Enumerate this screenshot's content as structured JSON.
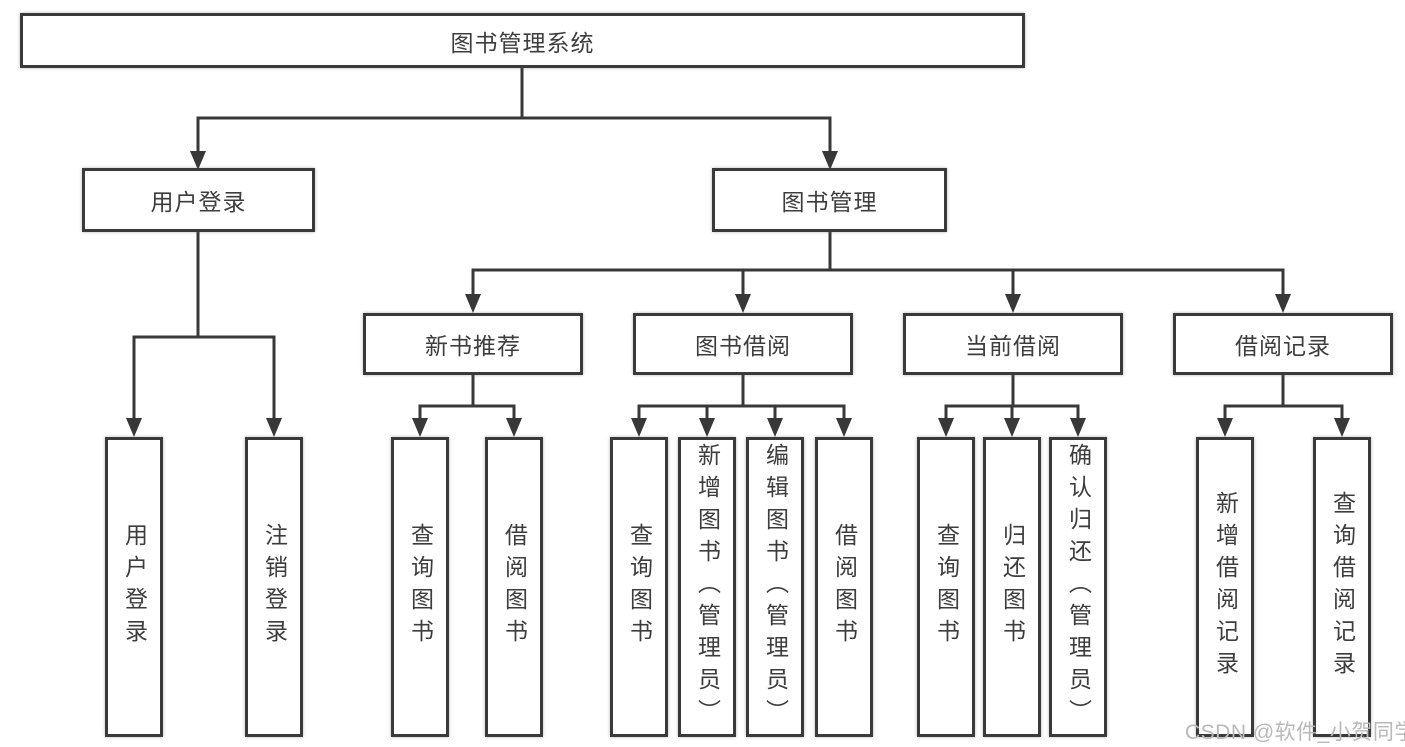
{
  "colors": {
    "line": "#383838",
    "box_border": "#3a3a3a",
    "text": "#3d3d3d",
    "watermark": "#b9b9b9",
    "background": "#ffffff"
  },
  "watermark": "CSDN @软件_小贺同学",
  "diagram": {
    "root": {
      "label": "图书管理系统"
    },
    "level2": [
      {
        "label": "用户登录"
      },
      {
        "label": "图书管理"
      }
    ],
    "level3": [
      {
        "label": "新书推荐"
      },
      {
        "label": "图书借阅"
      },
      {
        "label": "当前借阅"
      },
      {
        "label": "借阅记录"
      }
    ],
    "leaves": {
      "user_login": [
        {
          "label": "用户登录"
        },
        {
          "label": "注销登录"
        }
      ],
      "new_book_recommend": [
        {
          "label": "查询图书"
        },
        {
          "label": "借阅图书"
        }
      ],
      "book_borrow": [
        {
          "label": "查询图书"
        },
        {
          "label": "新增图书（管理员）"
        },
        {
          "label": "编辑图书（管理员）"
        },
        {
          "label": "借阅图书"
        }
      ],
      "current_borrow": [
        {
          "label": "查询图书"
        },
        {
          "label": "归还图书"
        },
        {
          "label": "确认归还（管理员）"
        }
      ],
      "borrow_records": [
        {
          "label": "新增借阅记录"
        },
        {
          "label": "查询借阅记录"
        }
      ]
    }
  }
}
